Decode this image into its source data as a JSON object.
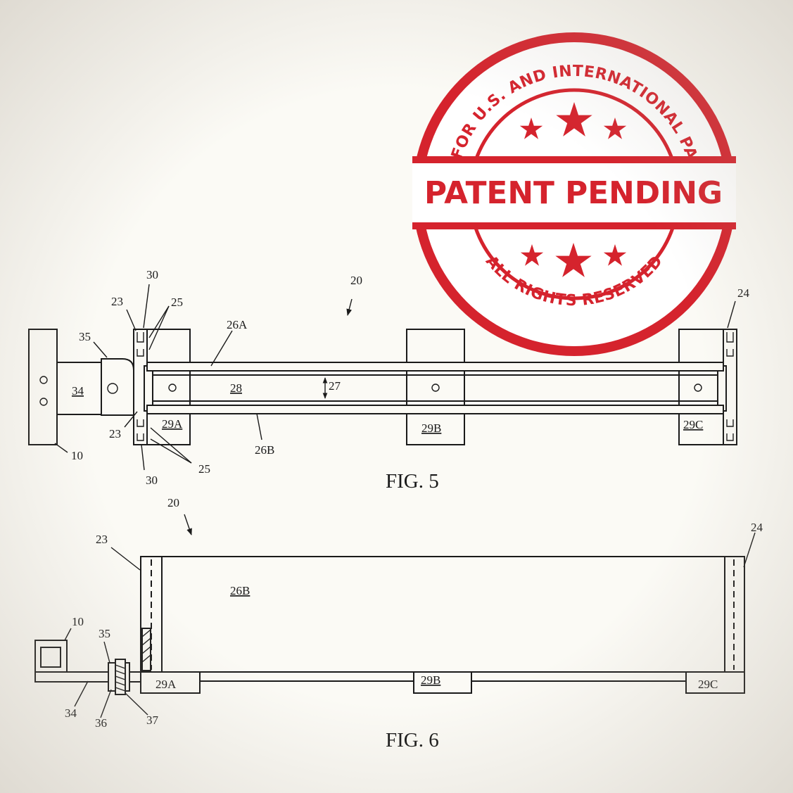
{
  "seal": {
    "main_text": "PATENT PENDING",
    "top_arc_text": "FILED FOR U.S. AND INTERNATIONAL PATENTS",
    "bottom_arc_text": "ALL RIGHTS RESERVED",
    "color": "#d5232d"
  },
  "fig5": {
    "caption": "FIG. 5",
    "labels": {
      "l20": "20",
      "l30top": "30",
      "l23top": "23",
      "l25top": "25",
      "l35": "35",
      "l26a": "26A",
      "l24": "24",
      "l34": "34",
      "l28": "28",
      "l27": "27",
      "l23bot": "23",
      "l29a": "29A",
      "l29b": "29B",
      "l29c": "29C",
      "l26b": "26B",
      "l25bot": "25",
      "l10": "10",
      "l30bot": "30"
    }
  },
  "fig6": {
    "caption": "FIG. 6",
    "labels": {
      "l20": "20",
      "l23": "23",
      "l24": "24",
      "l26b": "26B",
      "l10": "10",
      "l35": "35",
      "l29a": "29A",
      "l29b": "29B",
      "l29c": "29C",
      "l34": "34",
      "l36": "36",
      "l37": "37"
    }
  }
}
